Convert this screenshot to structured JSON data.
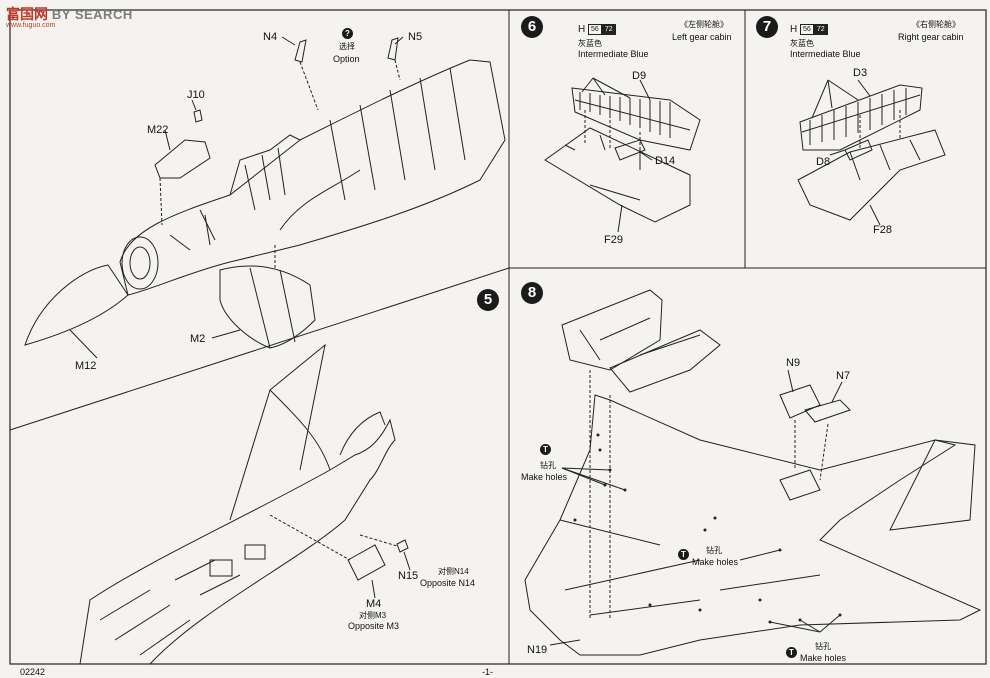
{
  "watermark": {
    "brand_cn": "富国网",
    "brand_en": "BY SEARCH",
    "url": "www.fuguo.com"
  },
  "page_number": "-1-",
  "page_code": "02242",
  "steps": {
    "s5": {
      "number": "5"
    },
    "s6": {
      "number": "6",
      "color_code": "H",
      "color_num_a": "56",
      "color_num_b": "72",
      "color_cn": "灰蓝色",
      "color_en": "Intermediate Blue",
      "cabin_cn": "《左侧轮舱》",
      "cabin_en": "Left gear cabin",
      "parts": [
        "D9",
        "D14",
        "F29"
      ]
    },
    "s7": {
      "number": "7",
      "color_code": "H",
      "color_num_a": "56",
      "color_num_b": "72",
      "color_cn": "灰蓝色",
      "color_en": "Intermediate Blue",
      "cabin_cn": "《右侧轮舱》",
      "cabin_en": "Right gear cabin",
      "parts": [
        "D3",
        "D8",
        "F28"
      ]
    },
    "s8": {
      "number": "8",
      "parts": [
        "N9",
        "N7",
        "N19"
      ],
      "hole_cn": "钻孔",
      "hole_en": "Make holes"
    }
  },
  "top_left": {
    "parts": [
      "N4",
      "N5",
      "J10",
      "M22",
      "M12",
      "M2"
    ],
    "option_cn": "选择",
    "option_en": "Option",
    "option_symbol": "?"
  },
  "bottom_left": {
    "n15": "N15",
    "n15_cn": "对侧N14",
    "n15_en": "Opposite N14",
    "m4": "M4",
    "m4_cn": "对侧M3",
    "m4_en": "Opposite M3"
  },
  "colors": {
    "ink": "#1b1b1b",
    "paper": "#f4f3ef",
    "watermark_red": "#c0392b"
  }
}
